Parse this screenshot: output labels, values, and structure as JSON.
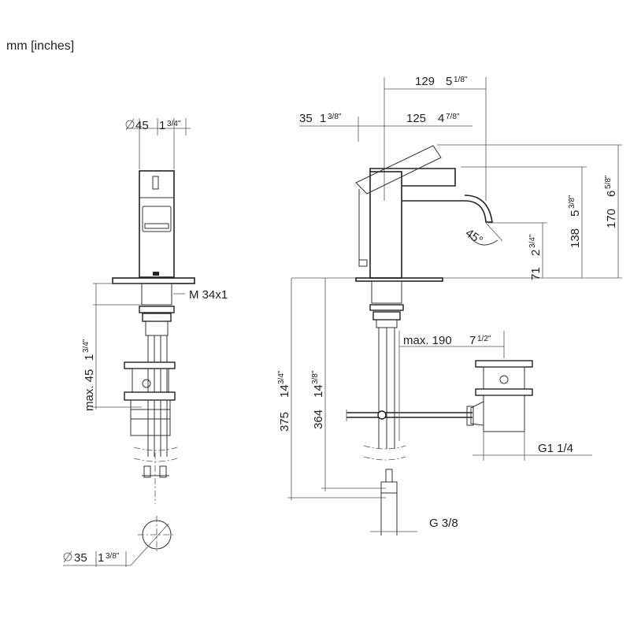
{
  "unit_note": "mm [inches]",
  "front_view": {
    "width_mm": "45",
    "width_in_whole": "1",
    "width_in_frac": "3/4\"",
    "thread": "M 34x1",
    "max_depth_label": "max. 45",
    "max_depth_in_whole": "1",
    "max_depth_in_frac": "3/4\"",
    "hole_dia_mm": "35",
    "hole_dia_in_whole": "1",
    "hole_dia_in_frac": "3/8\""
  },
  "side_view": {
    "d129": "129",
    "d129_in_whole": "5",
    "d129_in_frac": "1/8\"",
    "d35": "35",
    "d35_in_whole": "1",
    "d35_in_frac": "3/8\"",
    "d125": "125",
    "d125_in_whole": "4",
    "d125_in_frac": "7/8\"",
    "d170": "170",
    "d170_in_whole": "6",
    "d170_in_frac": "5/8\"",
    "d138": "138",
    "d138_in_whole": "5",
    "d138_in_frac": "3/8\"",
    "d71": "71",
    "d71_in_whole": "2",
    "d71_in_frac": "3/4\"",
    "angle": "45°",
    "max190": "max. 190",
    "max190_in_whole": "7",
    "max190_in_frac": "1/2\"",
    "d375": "375",
    "d375_in_whole": "14",
    "d375_in_frac": "3/4\"",
    "d364": "364",
    "d364_in_whole": "14",
    "d364_in_frac": "3/8\"",
    "waste_thread": "G1 1/4",
    "supply_thread": "G 3/8"
  }
}
